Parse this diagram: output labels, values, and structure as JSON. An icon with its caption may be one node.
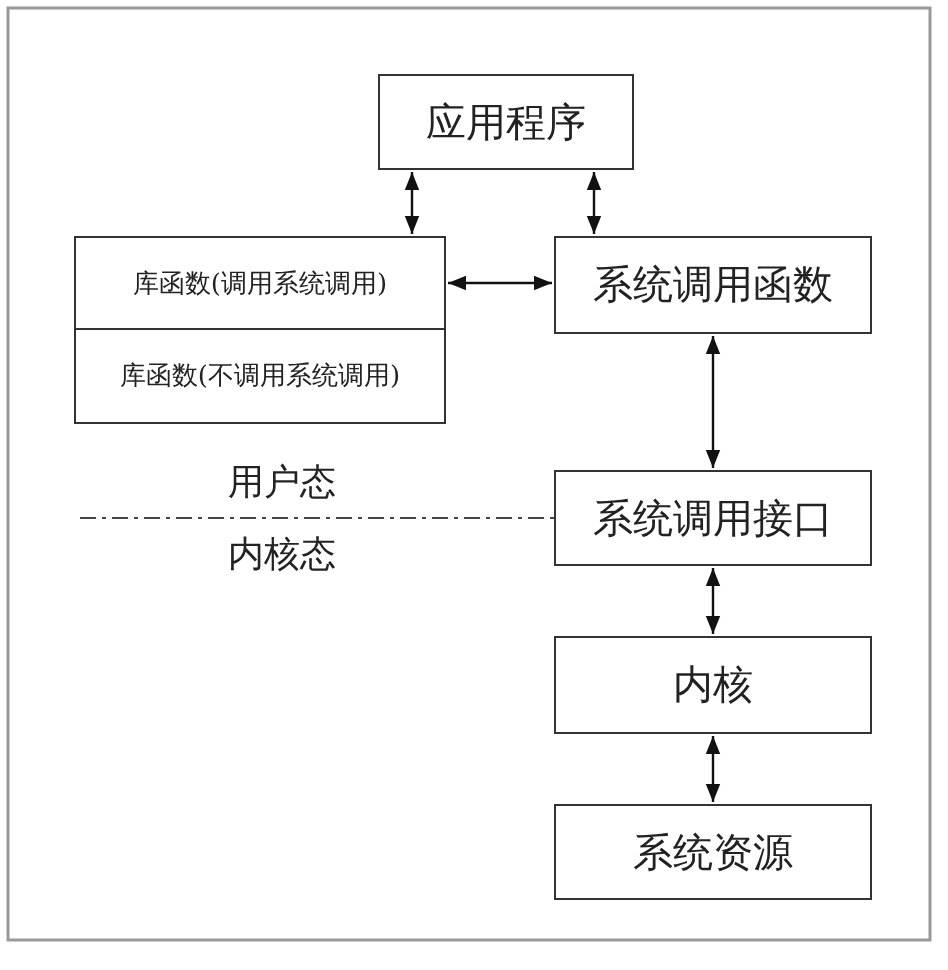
{
  "diagram": {
    "nodes": [
      {
        "text": [
          "应用程序"
        ]
      },
      {
        "text": [
          "库函数(调用系统调用)"
        ]
      },
      {
        "text": [
          "库函数(不调用系统调用)"
        ]
      },
      {
        "text": [
          "系统调用函数"
        ]
      },
      {
        "text": [
          "系统调用接口"
        ]
      },
      {
        "text": [
          "内核"
        ]
      },
      {
        "text": [
          "系统资源"
        ]
      }
    ],
    "edges": [
      {
        "from": 0,
        "to": 1,
        "arrow": "both"
      },
      {
        "from": 0,
        "to": 3,
        "arrow": "both"
      },
      {
        "from": 1,
        "to": 3,
        "arrow": "both"
      },
      {
        "from": 3,
        "to": 4,
        "arrow": "both"
      },
      {
        "from": 4,
        "to": 5,
        "arrow": "both"
      },
      {
        "from": 5,
        "to": 6,
        "arrow": "both"
      }
    ],
    "labels": [
      "用户态",
      "内核态"
    ]
  }
}
